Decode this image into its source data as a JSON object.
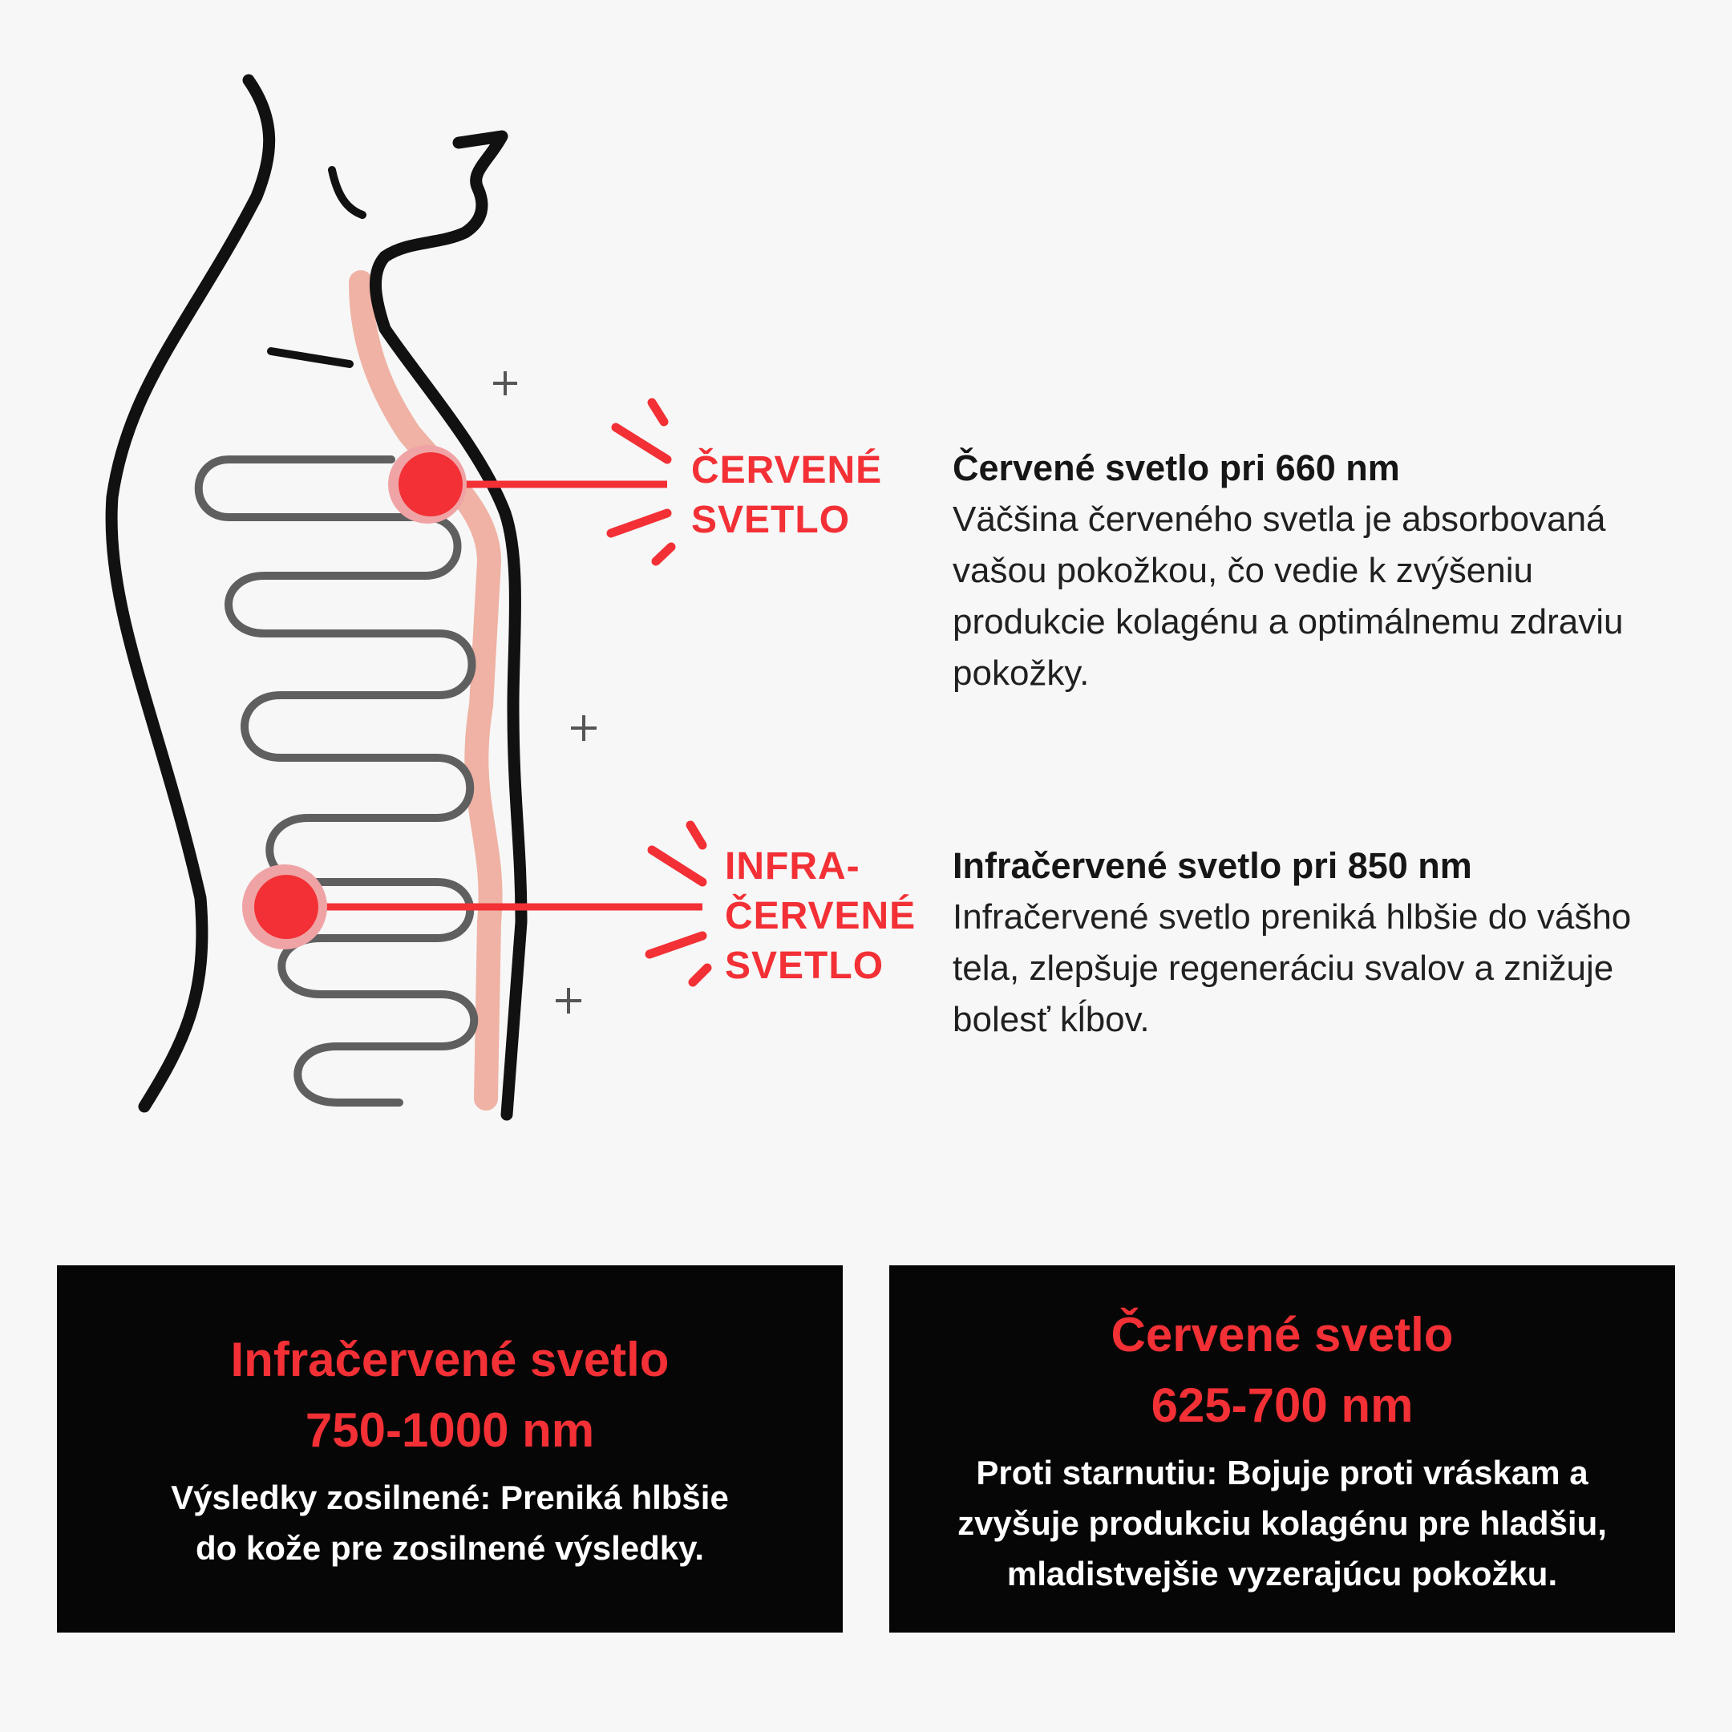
{
  "labels": {
    "red": "ČERVENÉ\nSVETLO",
    "infrared": "INFRA-\nČERVENÉ\nSVETLO"
  },
  "info": {
    "red": {
      "title": "Červené svetlo pri 660 nm",
      "body": "Väčšina červeného svetla je absorbovaná vašou pokožkou, čo vedie k zvýšeniu produkcie kolagénu a optimálnemu zdraviu pokožky."
    },
    "infrared": {
      "title": "Infračervené svetlo pri 850 nm",
      "body": "Infračervené svetlo preniká hlbšie do vášho tela, zlepšuje regeneráciu svalov a znižuje bolesť kĺbov."
    }
  },
  "cards": {
    "infrared": {
      "title": "Infračervené svetlo",
      "range": "750-1000 nm",
      "desc": "Výsledky zosilnené: Preniká hlbšie\ndo kože pre zosilnené výsledky."
    },
    "red": {
      "title": "Červené svetlo",
      "range": "625-700 nm",
      "desc": "Proti starnutiu: Bojuje proti vráskam a\nzvyšuje produkciu kolagénu pre hladšiu,\nmladistvejšie vyzerajúcu pokožku."
    }
  },
  "colors": {
    "accent_red": "#f23035",
    "skin_layer": "#efb2a4",
    "outline": "#111111",
    "organ_line": "#5f5f5f",
    "card_bg": "#060606"
  }
}
